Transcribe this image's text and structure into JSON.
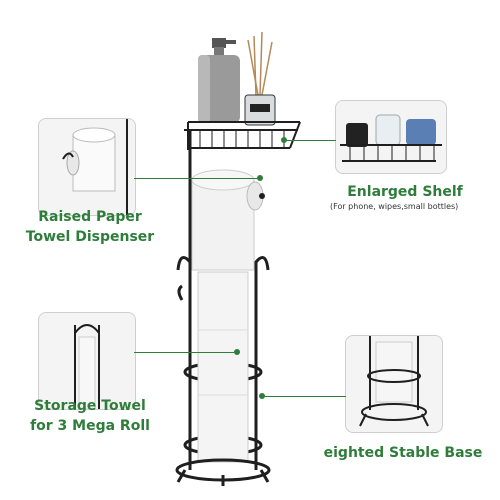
{
  "labels": {
    "shelf_title": "Enlarged Shelf",
    "shelf_sub": "(For phone, wipes,small bottles)",
    "dispenser_line1": "Raised Paper",
    "dispenser_line2": "Towel Dispenser",
    "storage_line1": "Storage Towel",
    "storage_line2": "for 3 Mega Roll",
    "base": "eighted Stable Base"
  },
  "colors": {
    "accent": "#2e7d3a",
    "metal": "#1f1f1f",
    "paper": "#f2f2f2"
  },
  "icons": [
    "soap-bottle",
    "reed-diffuser",
    "toilet-roll",
    "wire-basket"
  ]
}
